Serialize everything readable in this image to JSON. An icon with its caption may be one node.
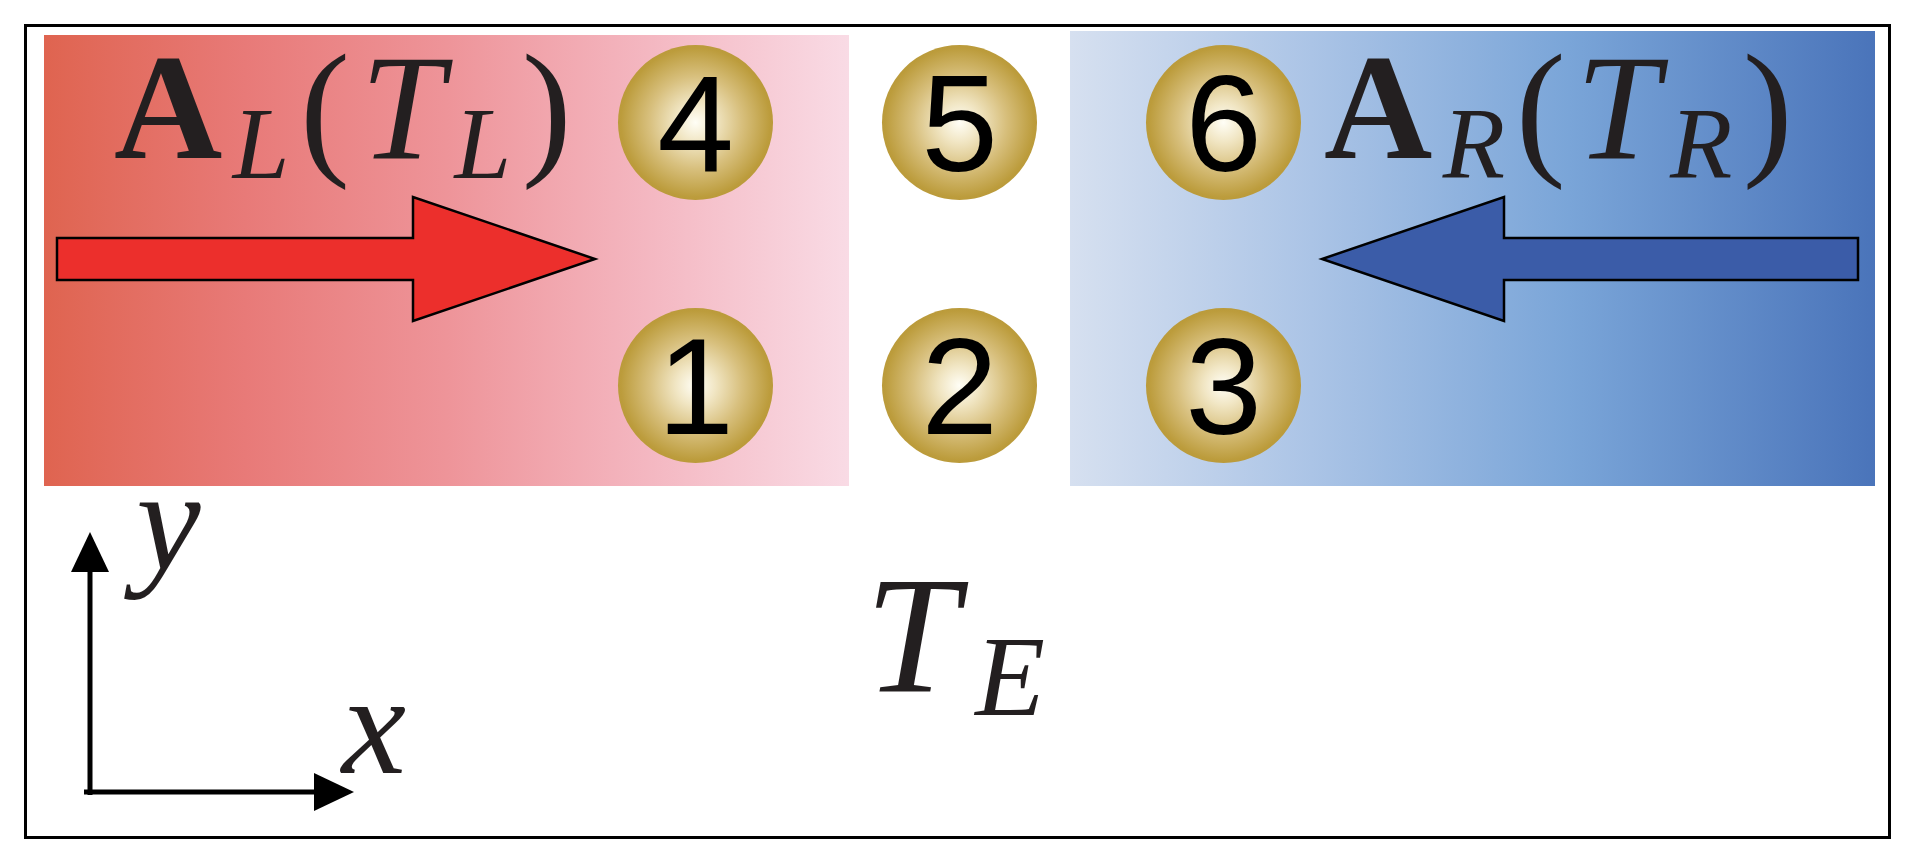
{
  "diagram": {
    "nodes": [
      {
        "text": [
          "T$_{E}$"
        ]
      },
      {
        "text": [
          "**A**$_{L}$(*T*$_{L}$)"
        ],
        "in": 0
      },
      {
        "text": [
          "4"
        ],
        "in": 1
      },
      {
        "text": [
          "1"
        ],
        "in": 1
      },
      {
        "text": [
          "5"
        ],
        "in": 0
      },
      {
        "text": [
          "2"
        ],
        "in": 0
      },
      {
        "text": [
          "**A**$_{R}$(*T*$_{R}$)"
        ],
        "in": 0
      },
      {
        "text": [
          "6"
        ],
        "in": 6
      },
      {
        "text": [
          "3"
        ],
        "in": 6
      }
    ],
    "labels": [
      "y",
      "x"
    ]
  }
}
